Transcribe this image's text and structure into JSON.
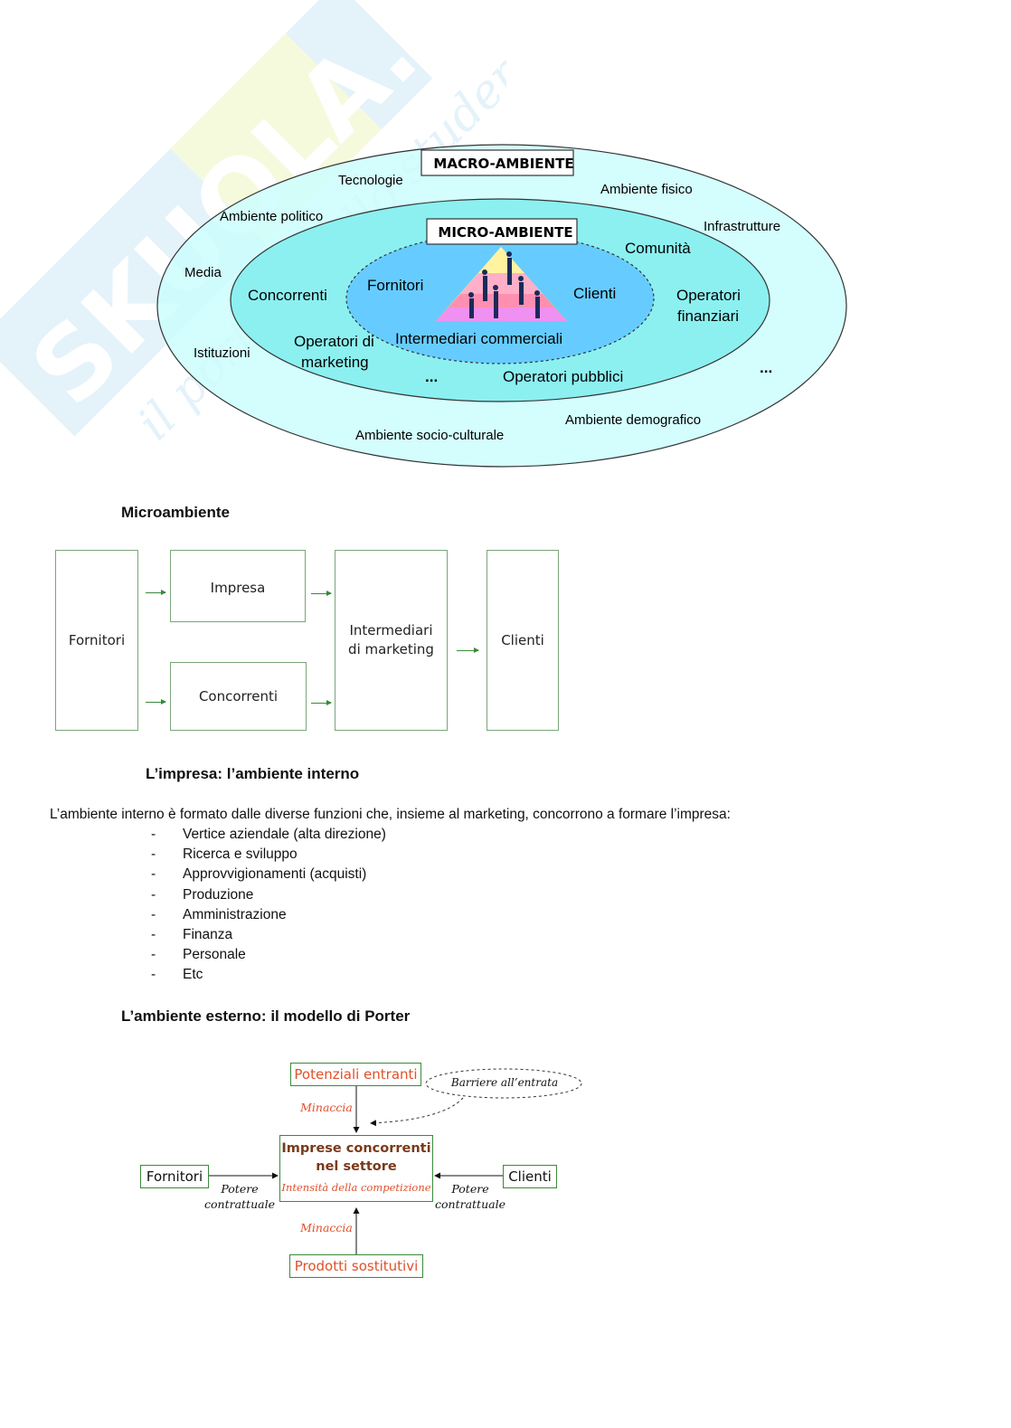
{
  "watermark": {
    "brand": "SKUOLA.net",
    "tagline": "il portale dello studente"
  },
  "ellipse_diagram": {
    "macro_label": "MACRO-AMBIENTE",
    "micro_label": "MICRO-AMBIENTE",
    "macro_items": {
      "tecnologie": "Tecnologie",
      "ambiente_fisico": "Ambiente fisico",
      "ambiente_politico": "Ambiente politico",
      "infrastrutture": "Infrastrutture",
      "media": "Media",
      "istituzioni": "Istituzioni",
      "ellipsis": "...",
      "ambiente_demografico": "Ambiente demografico",
      "ambiente_socio_culturale": "Ambiente socio-culturale"
    },
    "micro_items": {
      "comunita": "Comunità",
      "concorrenti": "Concorrenti",
      "operatori_finanziari_1": "Operatori",
      "operatori_finanziari_2": "finanziari",
      "operatori_marketing_1": "Operatori di",
      "operatori_marketing_2": "marketing",
      "ellipsis": "...",
      "operatori_pubblici": "Operatori pubblici"
    },
    "core_items": {
      "fornitori": "Fornitori",
      "clienti": "Clienti",
      "intermediari": "Intermediari commerciali"
    },
    "colors": {
      "outer": "#ccfdfd",
      "middle": "#8cf0f0",
      "inner": "#66ccff"
    }
  },
  "microambiente": {
    "title": "Microambiente",
    "boxes": {
      "fornitori": "Fornitori",
      "impresa": "Impresa",
      "concorrenti": "Concorrenti",
      "intermediari": "Intermediari\ndi marketing",
      "clienti": "Clienti"
    }
  },
  "impresa_section": {
    "title": "L’impresa: l’ambiente interno",
    "intro": "L’ambiente interno è formato dalle diverse funzioni che, insieme al marketing, concorrono a formare l’impresa:",
    "items": [
      "Vertice aziendale (alta direzione)",
      "Ricerca e sviluppo",
      "Approvvigionamenti (acquisti)",
      "Produzione",
      "Amministrazione",
      "Finanza",
      "Personale",
      "Etc"
    ]
  },
  "porter": {
    "title": "L’ambiente esterno: il modello di Porter",
    "potenziali_entranti": "Potenziali entranti",
    "barriere": "Barriere all’entrata",
    "minaccia_top": "Minaccia",
    "center_line1": "Imprese concorrenti",
    "center_line2": "nel settore",
    "intensita": "Intensità della competizione",
    "fornitori": "Fornitori",
    "clienti": "Clienti",
    "potere_left_1": "Potere",
    "potere_left_2": "contrattuale",
    "potere_right_1": "Potere",
    "potere_right_2": "contrattuale",
    "minaccia_bottom": "Minaccia",
    "prodotti_sostitutivi": "Prodotti sostitutivi",
    "colors": {
      "border": "#3a8a3a",
      "accent": "#e0502a",
      "center_text": "#7a3a1a"
    }
  }
}
